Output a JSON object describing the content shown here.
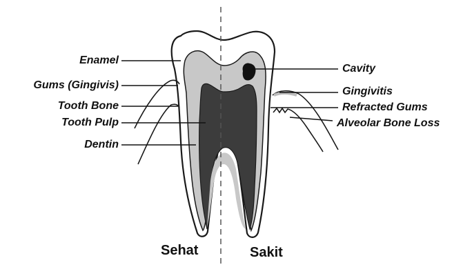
{
  "diagram": {
    "left_labels": {
      "enamel": "Enamel",
      "gums": "Gums (Gingivis)",
      "tooth_bone": "Tooth Bone",
      "tooth_pulp": "Tooth Pulp",
      "dentin": "Dentin"
    },
    "right_labels": {
      "cavity": "Cavity",
      "gingivitis": "Gingivitis",
      "refracted_gums": "Refracted Gums",
      "alveolar_bone_loss": "Alveolar Bone Loss"
    },
    "captions": {
      "healthy": "Sehat",
      "sick": "Sakit"
    },
    "colors": {
      "enamel": "#ffffff",
      "dentin": "#c8c8c8",
      "pulp": "#3c3c3c",
      "cavity": "#111111",
      "outline": "#1a1a1a"
    }
  }
}
